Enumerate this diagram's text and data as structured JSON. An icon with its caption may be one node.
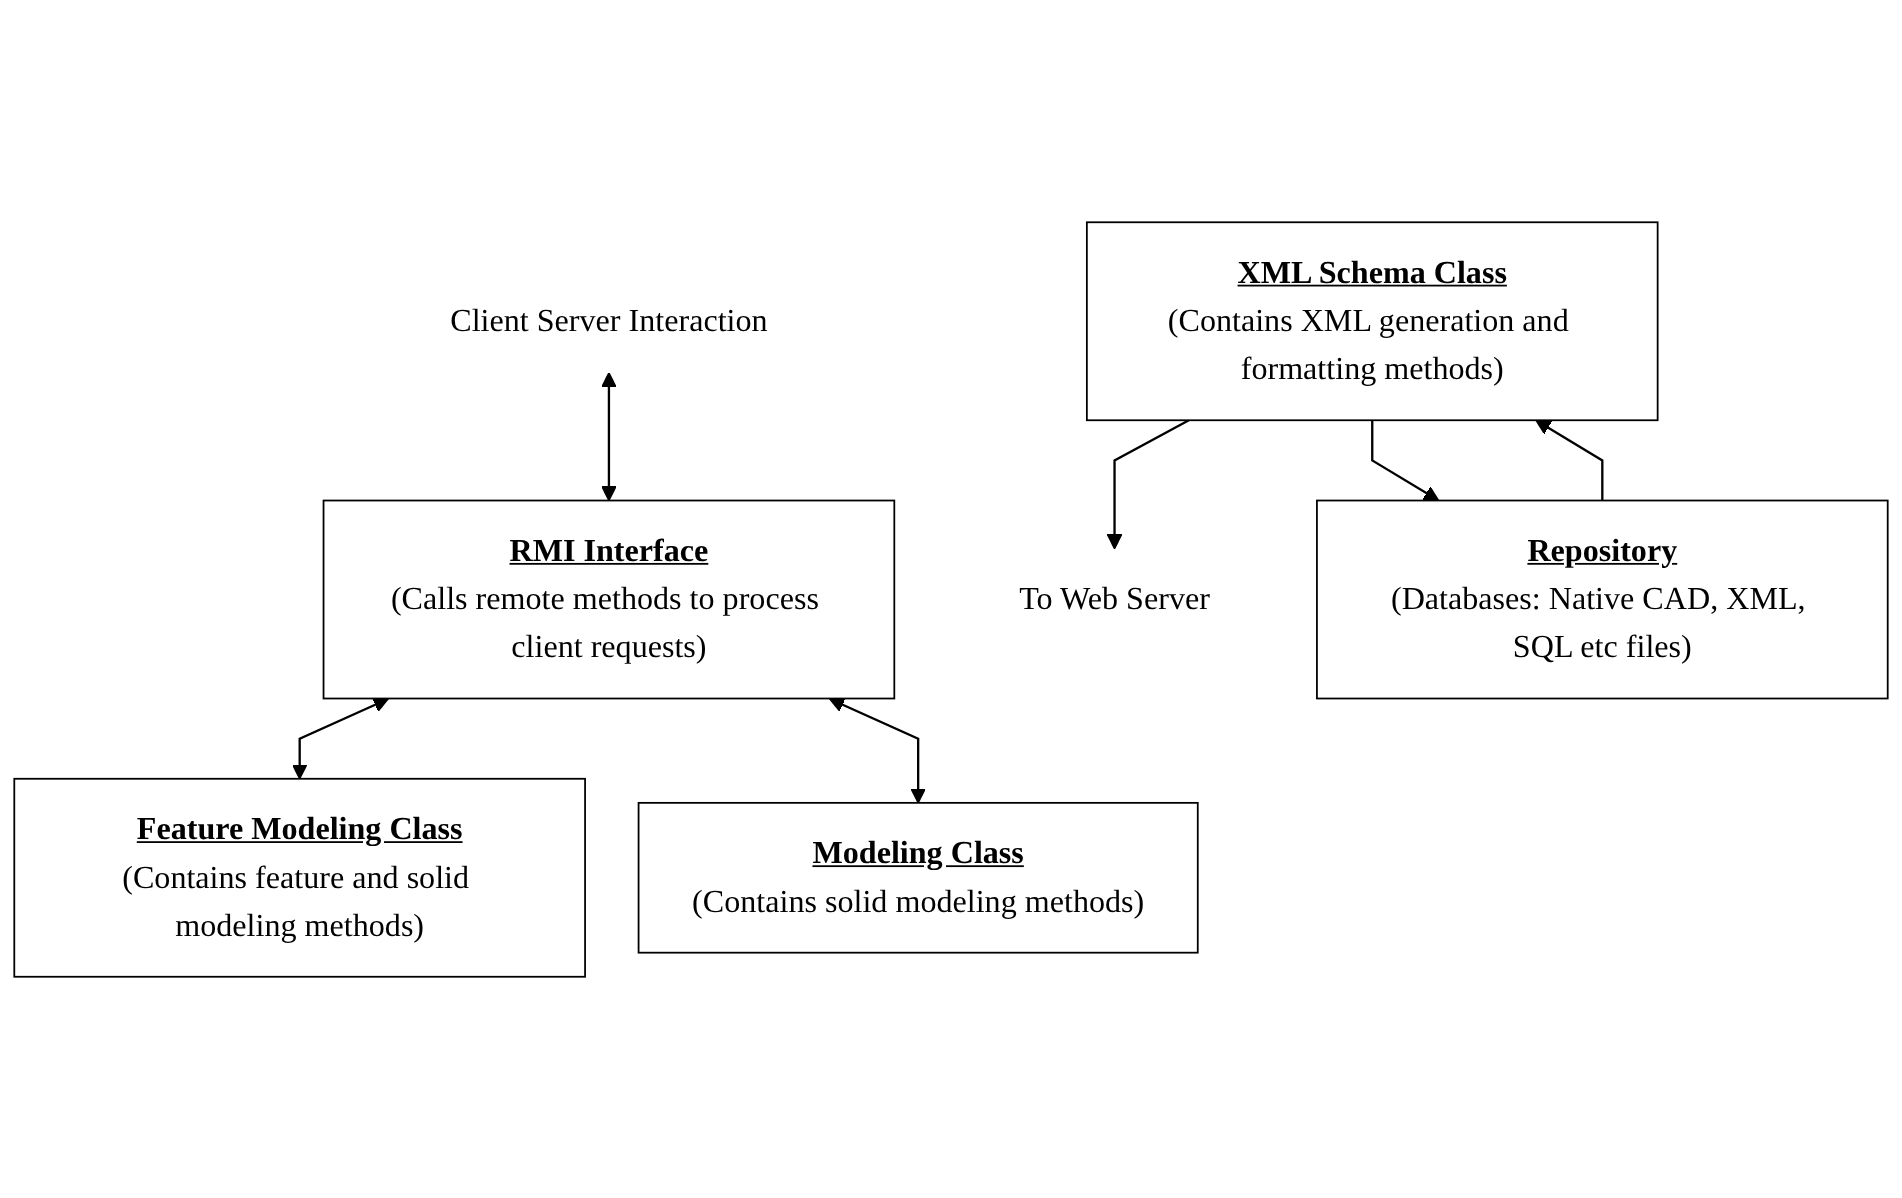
{
  "diagram": {
    "nodes": [
      {
        "text": [
          "Client Server Interaction"
        ]
      },
      {
        "text": [
          "RMI Interface",
          "(Calls remote methods to process client requests)"
        ]
      },
      {
        "text": [
          "To Web Server"
        ]
      },
      {
        "text": [
          "Feature Modeling Class",
          "(Contains feature and solid modeling methods)"
        ]
      },
      {
        "text": [
          "XML Schema Class",
          "(Contains XML generation and formatting methods)"
        ]
      },
      {
        "text": [
          "Modeling Class",
          "(Contains solid modeling methods)"
        ]
      },
      {
        "text": [
          "Repository",
          "(Databases: Native CAD, XML, SQL etc files)"
        ]
      }
    ],
    "edges": [
      {
        "from": 0,
        "to": 1,
        "arrow": "both"
      },
      {
        "from": 1,
        "to": 3,
        "arrow": "both"
      },
      {
        "from": 1,
        "to": 5,
        "arrow": "both"
      },
      {
        "from": 4,
        "to": 2,
        "arrow": "to"
      },
      {
        "from": 6,
        "to": 4,
        "arrow": "to"
      },
      {
        "from": 4,
        "to": 6,
        "arrow": "to"
      }
    ]
  }
}
